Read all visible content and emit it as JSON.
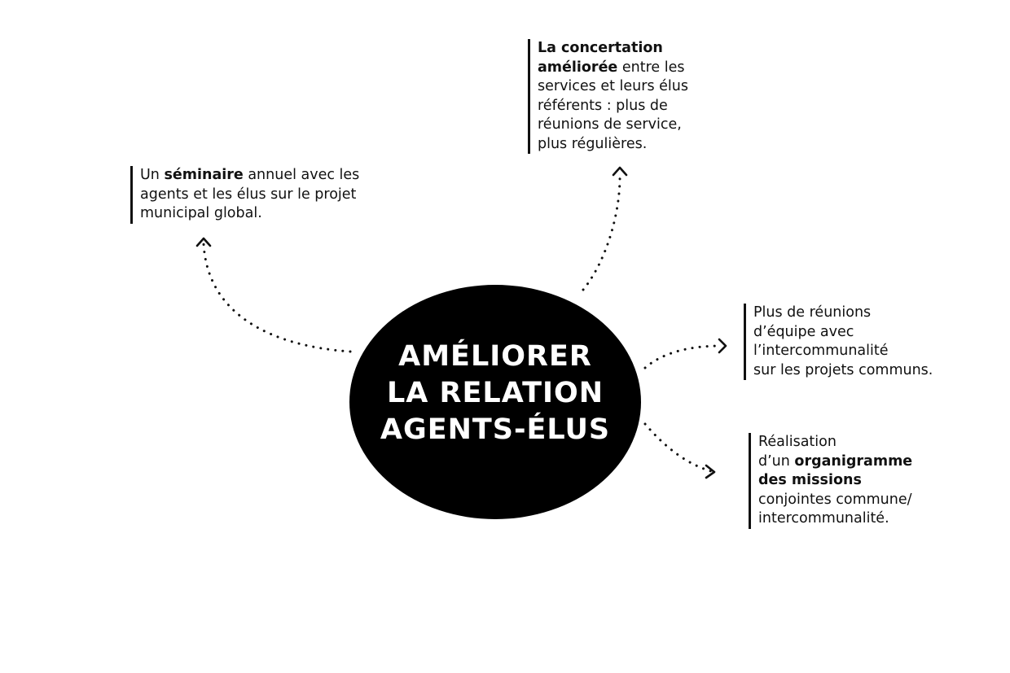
{
  "hub": {
    "lines": [
      "AMÉLIORER",
      "LA RELATION",
      "AGENTS-ÉLUS"
    ]
  },
  "notes": {
    "seminaire": {
      "lines": [
        {
          "pre": "Un ",
          "bold": "séminaire",
          "post": " annuel avec les"
        },
        {
          "pre": "agents et les élus sur le projet",
          "bold": "",
          "post": ""
        },
        {
          "pre": "municipal global.",
          "bold": "",
          "post": ""
        }
      ]
    },
    "concertation": {
      "lines": [
        {
          "pre": "",
          "bold": "La concertation",
          "post": ""
        },
        {
          "pre": "",
          "bold": "améliorée",
          "post": " entre les"
        },
        {
          "pre": "services et leurs élus",
          "bold": "",
          "post": ""
        },
        {
          "pre": "référents : plus de",
          "bold": "",
          "post": ""
        },
        {
          "pre": "réunions de service,",
          "bold": "",
          "post": ""
        },
        {
          "pre": "plus régulières.",
          "bold": "",
          "post": ""
        }
      ]
    },
    "intercommunalite": {
      "lines": [
        {
          "pre": "Plus de réunions",
          "bold": "",
          "post": ""
        },
        {
          "pre": "d’équipe avec",
          "bold": "",
          "post": ""
        },
        {
          "pre": "l’intercommunalité",
          "bold": "",
          "post": ""
        },
        {
          "pre": "sur les projets communs.",
          "bold": "",
          "post": ""
        }
      ]
    },
    "organigramme": {
      "lines": [
        {
          "pre": "Réalisation",
          "bold": "",
          "post": ""
        },
        {
          "pre": "d’un ",
          "bold": "organigramme",
          "post": ""
        },
        {
          "pre": "",
          "bold": "des missions",
          "post": ""
        },
        {
          "pre": "conjointes commune/",
          "bold": "",
          "post": ""
        },
        {
          "pre": "intercommunalité.",
          "bold": "",
          "post": ""
        }
      ]
    }
  },
  "colors": {
    "hub_fill": "#000000",
    "hub_text": "#ffffff",
    "ink": "#111111"
  }
}
